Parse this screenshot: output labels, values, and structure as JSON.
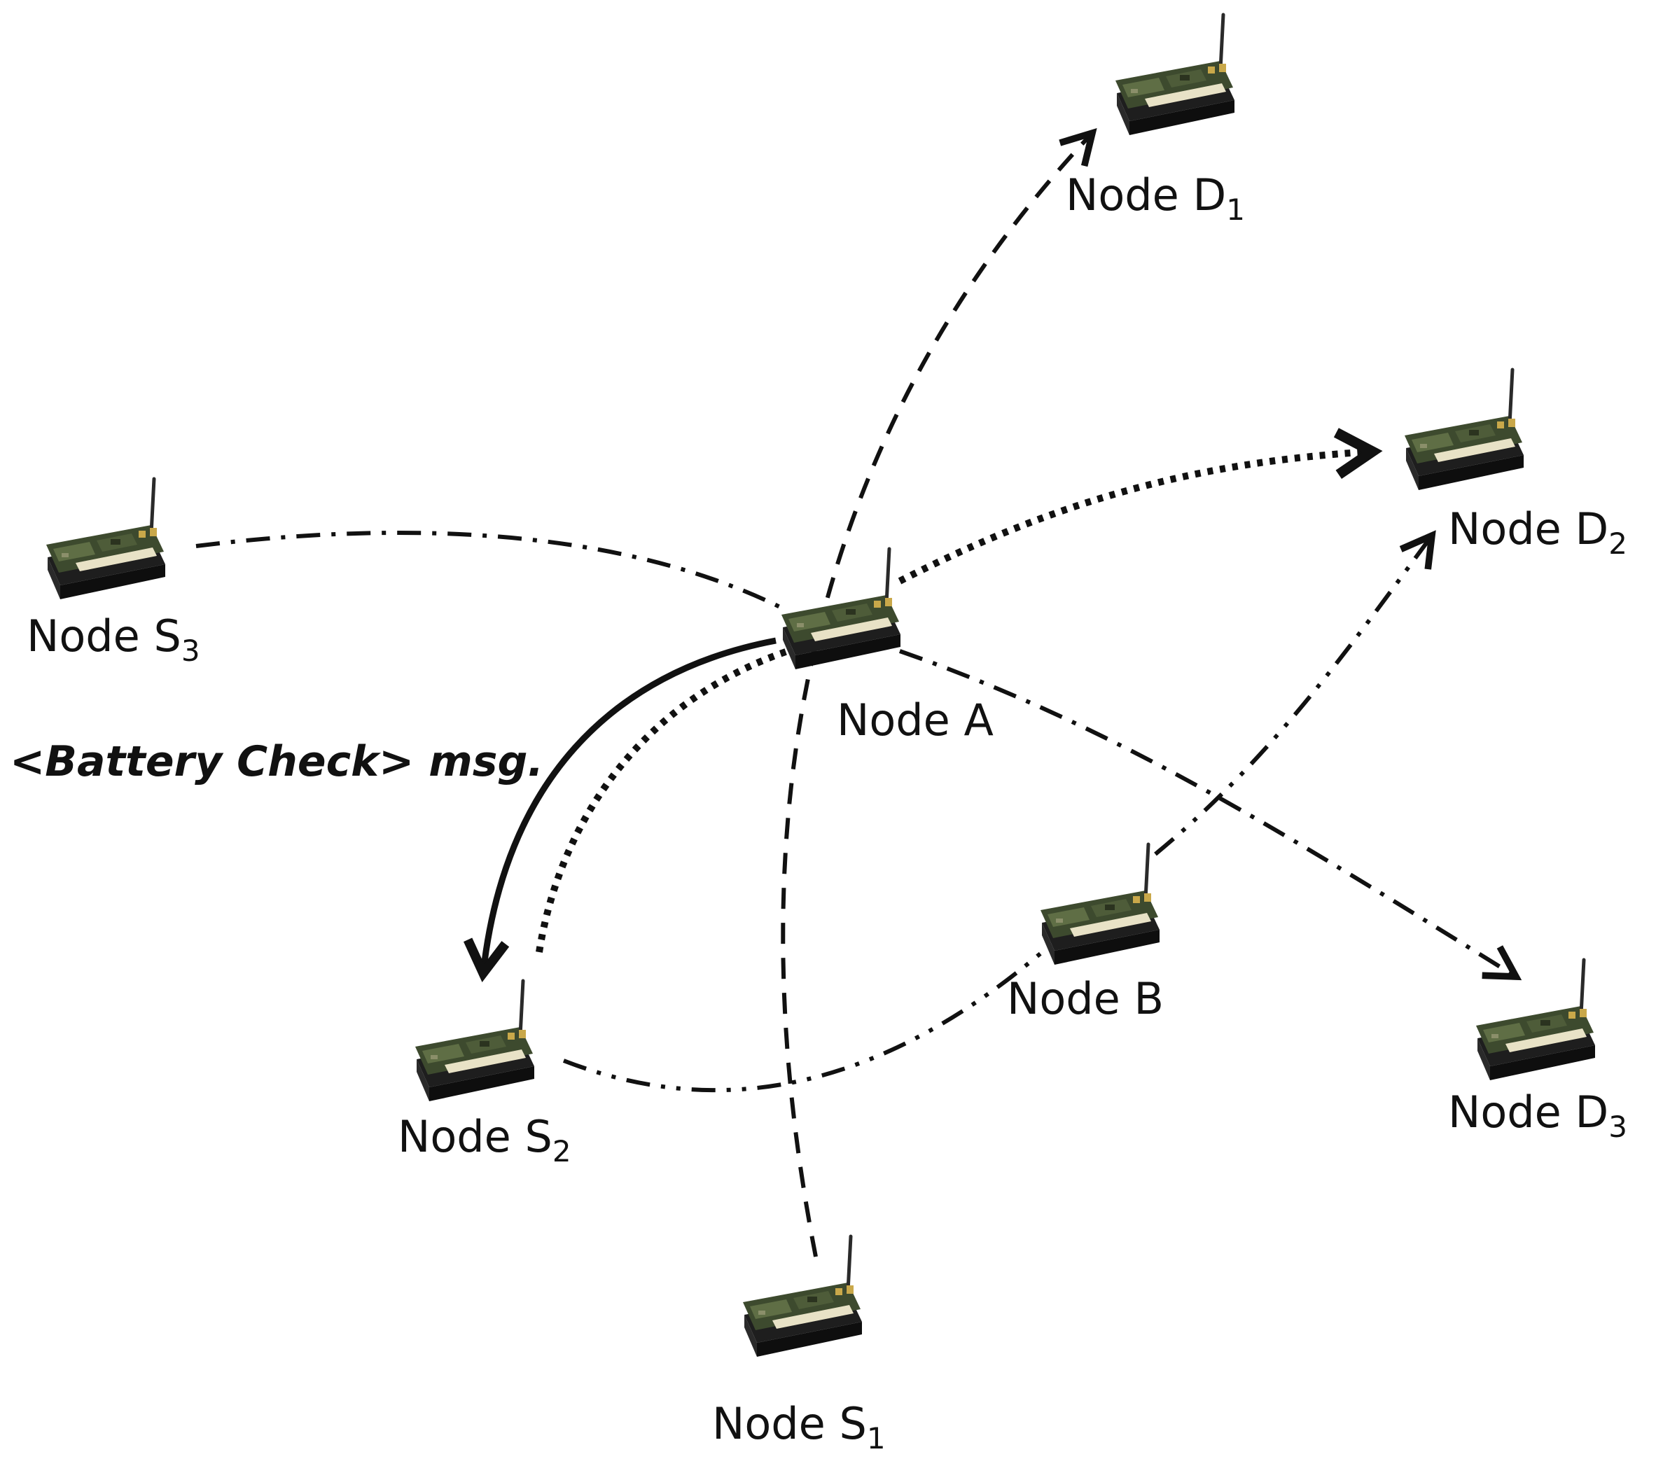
{
  "colors": {
    "board": "#3d4a2e",
    "board_light": "#5f6e45",
    "battery": "#1e1e1e",
    "connector": "#e8e2c6",
    "antenna": "#2a2a2a",
    "gold": "#c9a84a",
    "line": "#111111"
  },
  "nodes": {
    "a": {
      "prefix": "Node A",
      "sub": ""
    },
    "b": {
      "prefix": "Node B",
      "sub": ""
    },
    "s1": {
      "prefix": "Node S",
      "sub": "1"
    },
    "s2": {
      "prefix": "Node S",
      "sub": "2"
    },
    "s3": {
      "prefix": "Node S",
      "sub": "3"
    },
    "d1": {
      "prefix": "Node D",
      "sub": "1"
    },
    "d2": {
      "prefix": "Node D",
      "sub": "2"
    },
    "d3": {
      "prefix": "Node D",
      "sub": "3"
    }
  },
  "message": {
    "label": "<Battery Check> msg."
  },
  "links": [
    {
      "from": "s1",
      "to": "d1",
      "style": "dashed",
      "directed": true
    },
    {
      "from": "s2",
      "to": "d2",
      "style": "dash-dot-dot",
      "directed": true
    },
    {
      "from": "s3",
      "to": "d3",
      "style": "dash-dot",
      "directed": true
    },
    {
      "from": "s2",
      "to": "d2",
      "style": "dotted",
      "directed": true,
      "via": "a"
    },
    {
      "from": "a",
      "to": "s2",
      "style": "solid",
      "directed": true,
      "label": "message.label"
    }
  ]
}
